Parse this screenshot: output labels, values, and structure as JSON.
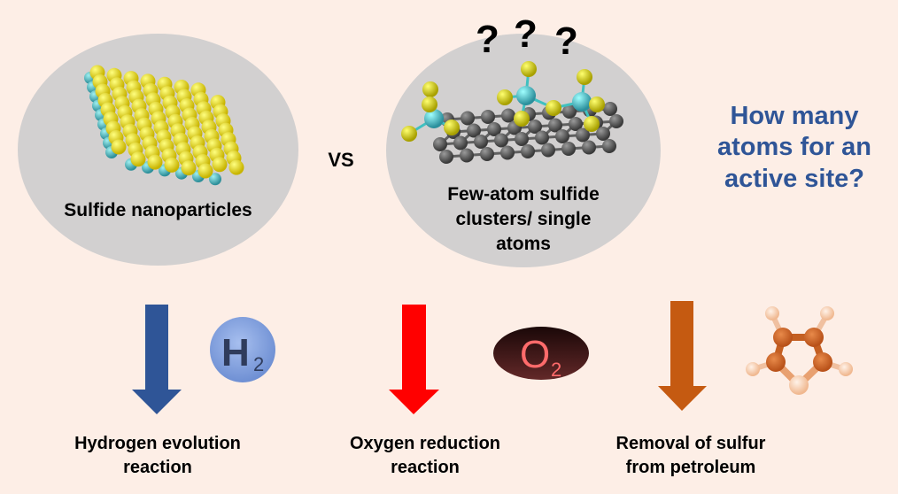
{
  "left_panel": {
    "label": "Sulfide nanoparticles",
    "illustration": "sulfide-nanoparticle-icon"
  },
  "versus_label": "VS",
  "right_panel": {
    "question_marks": [
      "?",
      "?",
      "?"
    ],
    "label_lines": [
      "Few-atom sulfide",
      "clusters/ single",
      "atoms"
    ],
    "illustration": "few-atom-cluster-on-graphene-icon"
  },
  "question": {
    "lines": [
      "How many",
      "atoms for an",
      "active site?"
    ],
    "color": "#2f5597"
  },
  "applications": [
    {
      "arrow_color": "#2f5597",
      "icon": "hydrogen-molecule-icon",
      "icon_text": "H",
      "icon_sub": "2",
      "label_lines": [
        "Hydrogen evolution",
        "reaction"
      ]
    },
    {
      "arrow_color": "#ff0000",
      "icon": "oxygen-molecule-icon",
      "icon_text": "O",
      "icon_sub": "2",
      "label_lines": [
        "Oxygen reduction",
        "reaction"
      ]
    },
    {
      "arrow_color": "#c55a11",
      "icon": "thiophene-molecule-icon",
      "label_lines": [
        "Removal of sulfur",
        "from petroleum"
      ]
    }
  ]
}
